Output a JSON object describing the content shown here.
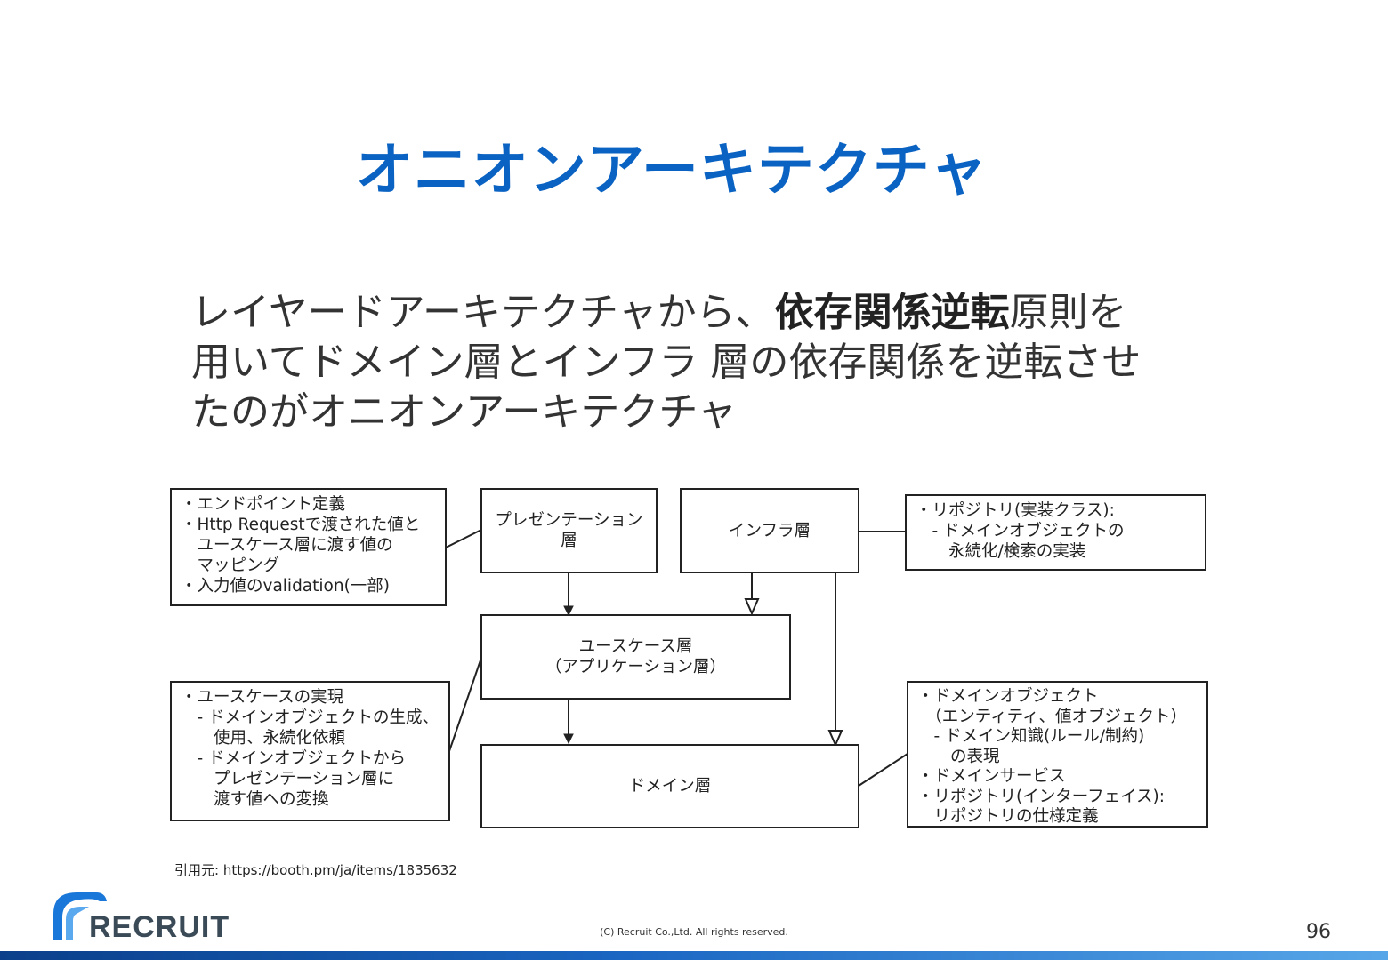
{
  "title": "オニオンアーキテクチャ",
  "lead": {
    "line1_pre": "レイヤードアーキテクチャから、",
    "line1_bold": "依存関係逆転",
    "line1_post": "原則を",
    "line2": "用いてドメイン層とインフラ 層の依存関係を逆転させ",
    "line3": "たのがオニオンアーキテクチャ"
  },
  "diagram": {
    "presentation": [
      "プレゼンテーション",
      "層"
    ],
    "infra": [
      "インフラ層"
    ],
    "usecase": [
      "ユースケース層",
      "（アプリケーション層）"
    ],
    "domain": [
      "ドメイン層"
    ],
    "note_presentation": [
      "・エンドポイント定義",
      "・Http Requestで渡された値と",
      "　ユースケース層に渡す値の",
      "　マッピング",
      "・入力値のvalidation(一部)"
    ],
    "note_infra": [
      "・リポジトリ(実装クラス):",
      "　- ドメインオブジェクトの",
      "　　永続化/検索の実装"
    ],
    "note_usecase": [
      "・ユースケースの実現",
      "　- ドメインオブジェクトの生成、",
      "　　使用、永続化依頼",
      "　- ドメインオブジェクトから",
      "　　プレゼンテーション層に",
      "　　渡す値への変換"
    ],
    "note_domain": [
      "・ドメインオブジェクト",
      "　（エンティティ、値オブジェクト）",
      "　- ドメイン知識(ルール/制約)",
      "　　の表現",
      "・ドメインサービス",
      "・リポジトリ(インターフェイス):",
      "　リポジトリの仕様定義"
    ]
  },
  "citation": "引用元: https://booth.pm/ja/items/1835632",
  "logo_text": "RECRUIT",
  "copyright": "(C) Recruit Co.,Ltd. All rights reserved.",
  "page_number": "96",
  "colors": {
    "title": "#0a62c2",
    "logo_blue": "#1877d8",
    "bar_start": "#0b3f8a",
    "bar_end": "#57a6e8"
  }
}
